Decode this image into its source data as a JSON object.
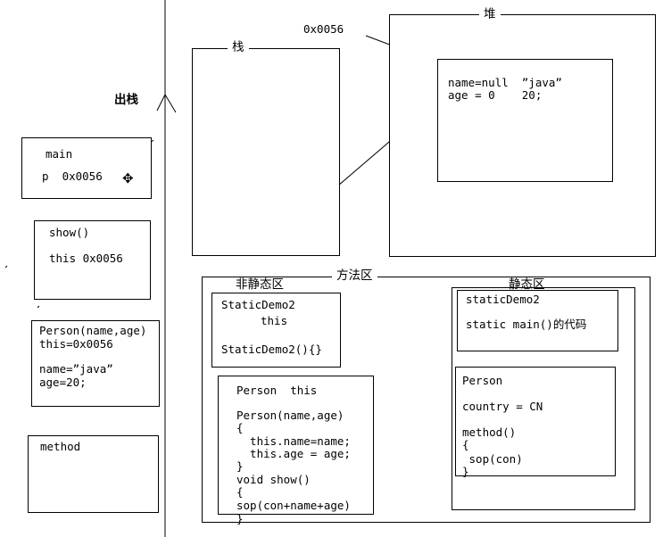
{
  "stack_area": {
    "pop_label": "出栈",
    "frames": [
      {
        "line1": "main",
        "line2": "p  0x0056"
      },
      {
        "line1": "show()",
        "line2": "this 0x0056"
      },
      {
        "line1": "Person(name,age)",
        "line2": "this=0x0056",
        "line3": "name=”java”",
        "line4": "age=20;"
      },
      {
        "line1": "method"
      }
    ]
  },
  "stack": {
    "title": "栈"
  },
  "address_label": "0x0056",
  "heap": {
    "title": "堆",
    "object": {
      "line1": "name=null  ”java”",
      "line2": "age = 0    20;"
    }
  },
  "method_area": {
    "title": "方法区",
    "non_static": {
      "title": "非静态区",
      "staticdemo2": {
        "line1": "StaticDemo2",
        "line2": "this",
        "line3": "StaticDemo2(){}"
      },
      "person": {
        "line1": "Person  this",
        "line2": "Person(name,age)",
        "line3": "{",
        "line4": "  this.name=name;",
        "line5": "  this.age = age;",
        "line6": "}",
        "line7": "void show()",
        "line8": "{",
        "line9": "sop(con+name+age)",
        "line10": "}"
      }
    },
    "static": {
      "title": "静态区",
      "staticdemo2": {
        "line1": "staticDemo2",
        "line2": "static main()的代码"
      },
      "person": {
        "line1": "Person",
        "line2": "country = CN",
        "line3": "method()",
        "line4": "{",
        "line5": " sop(con)",
        "line6": "}"
      }
    }
  }
}
